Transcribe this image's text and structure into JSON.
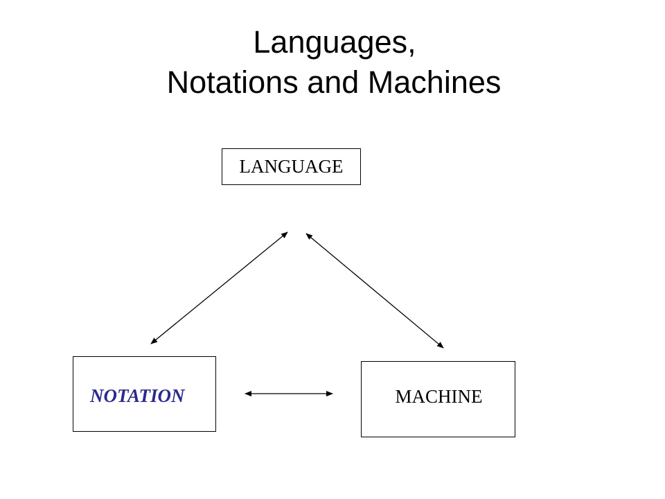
{
  "title": {
    "line1": "Languages,",
    "line2": "Notations and Machines"
  },
  "nodes": {
    "language": "LANGUAGE",
    "notation": "NOTATION",
    "machine": "MACHINE"
  },
  "colors": {
    "notation_text": "#2b2b8c",
    "text": "#000000",
    "stroke": "#000000"
  }
}
